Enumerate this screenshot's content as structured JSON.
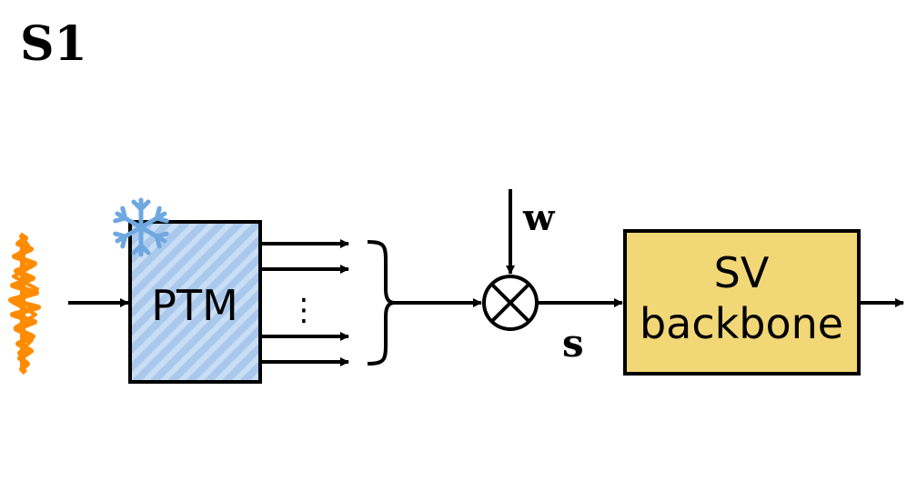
{
  "diagram": {
    "title": "S1",
    "ptm_label": "PTM",
    "dots": "⋮",
    "weight_label": "w",
    "sum_label": "s",
    "sv_box": {
      "line1": "SV",
      "line2": "backbone"
    },
    "colors": {
      "waveform": "#ff8c00",
      "ptm_fill": "#a9c8ec",
      "ptm_stripe": "#c9def5",
      "sv_fill": "#f2d777",
      "snowflake": "#6fa8e0",
      "stroke": "#000000"
    },
    "icons": {
      "frozen": "snowflake-icon",
      "audio": "waveform-icon"
    }
  }
}
